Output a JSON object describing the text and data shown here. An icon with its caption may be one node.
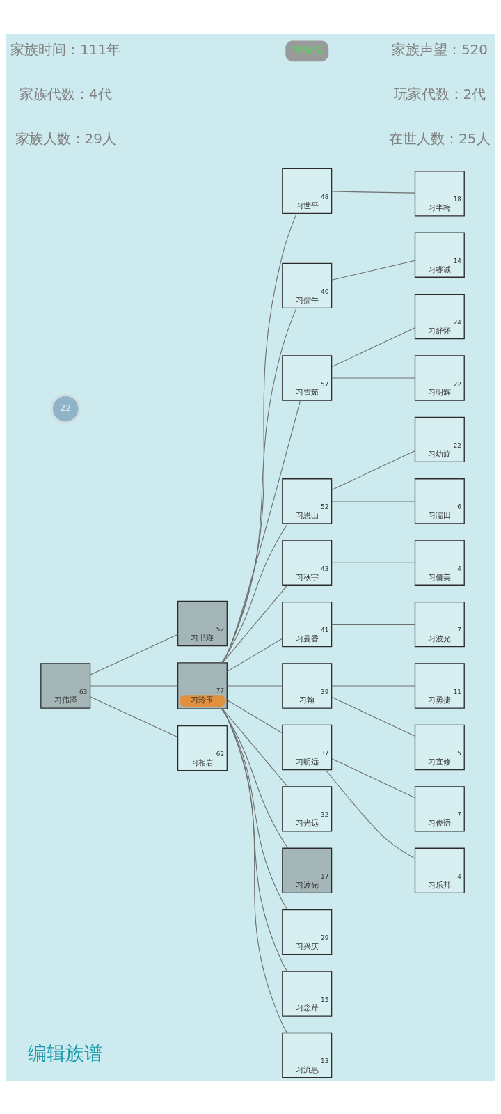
{
  "diagram": {
    "nodes": [
      {
        "text": [
          "63",
          "习伟泽"
        ]
      },
      {
        "text": [
          "52",
          "习书瑾"
        ]
      },
      {
        "text": [
          "77",
          "习玲玉"
        ]
      },
      {
        "text": [
          "62",
          "习相岩"
        ]
      },
      {
        "text": [
          "48",
          "习世平"
        ]
      },
      {
        "text": [
          "40",
          "习孺午"
        ]
      },
      {
        "text": [
          "57",
          "习雪茹"
        ]
      },
      {
        "text": [
          "52",
          "习思山"
        ]
      },
      {
        "text": [
          "43",
          "习秋宇"
        ]
      },
      {
        "text": [
          "41",
          "习曼香"
        ]
      },
      {
        "text": [
          "39",
          "习翰"
        ]
      },
      {
        "text": [
          "37",
          "习明远"
        ]
      },
      {
        "text": [
          "32",
          "习光远"
        ]
      },
      {
        "text": [
          "17",
          "习波光"
        ]
      },
      {
        "text": [
          "29",
          "习兴庆"
        ]
      },
      {
        "text": [
          "15",
          "习念芹"
        ]
      },
      {
        "text": [
          "13",
          "习流惠"
        ]
      },
      {
        "text": [
          "18",
          "习半梅"
        ]
      },
      {
        "text": [
          "14",
          "习睿诚"
        ]
      },
      {
        "text": [
          "24",
          "习舒怀"
        ]
      },
      {
        "text": [
          "22",
          "习明辉"
        ]
      },
      {
        "text": [
          "22",
          "习幼旋"
        ]
      },
      {
        "text": [
          "6",
          "习濡田"
        ]
      },
      {
        "text": [
          "4",
          "习倩美"
        ]
      },
      {
        "text": [
          "7",
          "习波光"
        ]
      },
      {
        "text": [
          "11",
          "习勇捷"
        ]
      },
      {
        "text": [
          "5",
          "习宜修"
        ]
      },
      {
        "text": [
          "7",
          "习俊语"
        ]
      },
      {
        "text": [
          "4",
          "习乐邦"
        ]
      }
    ],
    "edges": [
      {
        "from": 0,
        "to": 1,
        "arrow": "none"
      },
      {
        "from": 0,
        "to": 2,
        "arrow": "none"
      },
      {
        "from": 0,
        "to": 3,
        "arrow": "none"
      },
      {
        "from": 2,
        "to": 4,
        "arrow": "none"
      },
      {
        "from": 2,
        "to": 5,
        "arrow": "none"
      },
      {
        "from": 2,
        "to": 6,
        "arrow": "none"
      },
      {
        "from": 2,
        "to": 7,
        "arrow": "none"
      },
      {
        "from": 2,
        "to": 8,
        "arrow": "none"
      },
      {
        "from": 2,
        "to": 9,
        "arrow": "none"
      },
      {
        "from": 2,
        "to": 10,
        "arrow": "none"
      },
      {
        "from": 2,
        "to": 11,
        "arrow": "none"
      },
      {
        "from": 2,
        "to": 12,
        "arrow": "none"
      },
      {
        "from": 2,
        "to": 13,
        "arrow": "none"
      },
      {
        "from": 2,
        "to": 14,
        "arrow": "none"
      },
      {
        "from": 2,
        "to": 15,
        "arrow": "none"
      },
      {
        "from": 2,
        "to": 16,
        "arrow": "none"
      },
      {
        "from": 4,
        "to": 17,
        "arrow": "none"
      },
      {
        "from": 5,
        "to": 18,
        "arrow": "none"
      },
      {
        "from": 6,
        "to": 19,
        "arrow": "none"
      },
      {
        "from": 6,
        "to": 20,
        "arrow": "none"
      },
      {
        "from": 7,
        "to": 21,
        "arrow": "none"
      },
      {
        "from": 7,
        "to": 22,
        "arrow": "none"
      },
      {
        "from": 8,
        "to": 23,
        "arrow": "none"
      },
      {
        "from": 9,
        "to": 24,
        "arrow": "none"
      },
      {
        "from": 10,
        "to": 25,
        "arrow": "none"
      },
      {
        "from": 10,
        "to": 26,
        "arrow": "none"
      },
      {
        "from": 11,
        "to": 27,
        "arrow": "none"
      },
      {
        "from": 11,
        "to": 28,
        "arrow": "none"
      }
    ],
    "labels": [
      "家族时间：111年",
      "FPS69",
      "家族声望：520",
      "家族代数：4代",
      "玩家代数：2代",
      "家族人数：29人",
      "在世人数：25人",
      "22",
      "编辑族谱"
    ]
  }
}
